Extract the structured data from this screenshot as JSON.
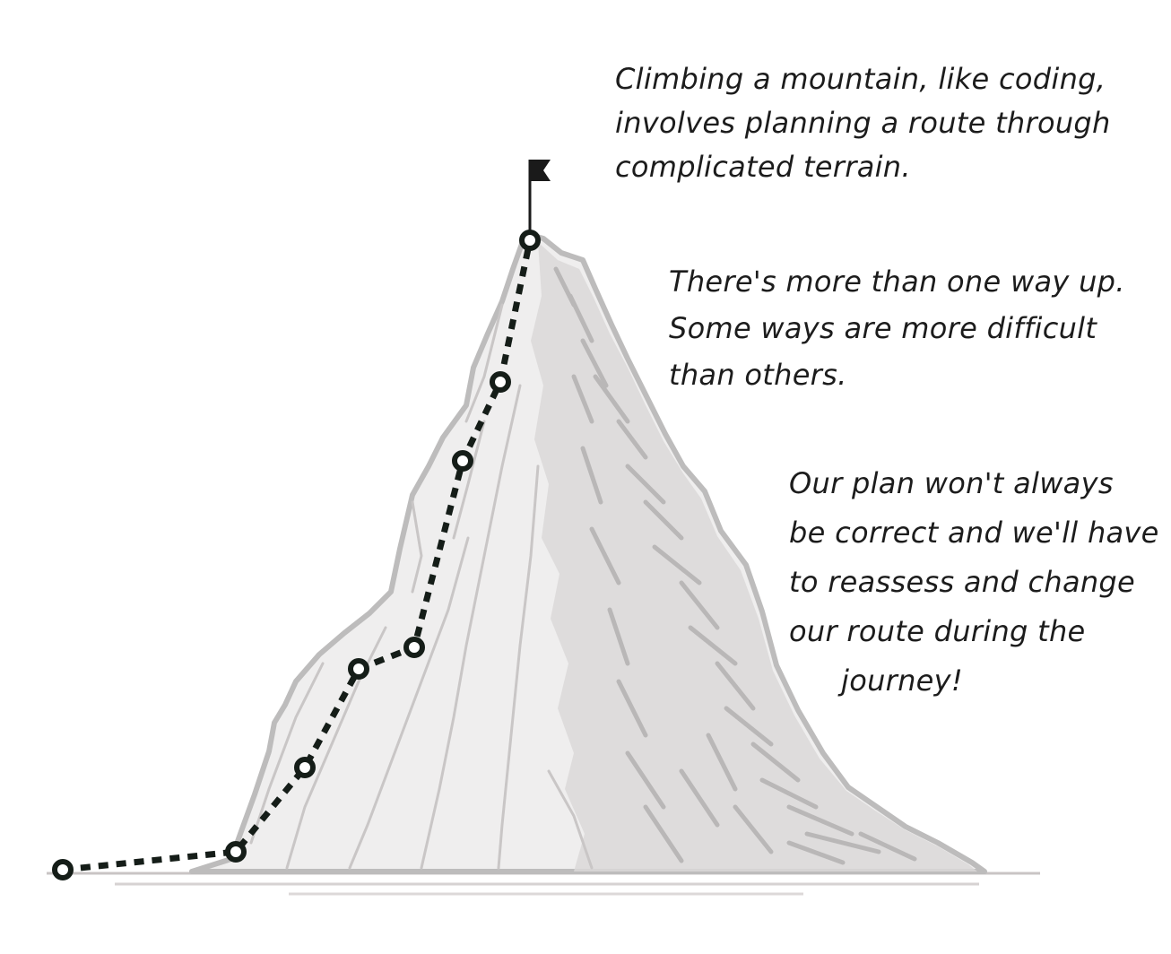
{
  "notes": [
    {
      "lines": [
        "Climbing a mountain, like coding,",
        "involves planning a route through",
        "complicated terrain."
      ]
    },
    {
      "lines": [
        "There's more than one way up.",
        "Some ways are more difficult",
        "than others."
      ]
    },
    {
      "lines": [
        "Our plan won't always",
        "be correct and we'll have",
        "to reassess and change",
        "our route during the",
        "journey!"
      ]
    }
  ],
  "colors": {
    "mountain_fill": "#efeeee",
    "mountain_outline": "#bdbcbc",
    "mountain_shade": "#c6c4c4",
    "route": "#151d18",
    "ground": "#c9c4c4",
    "flag": "#1a1a1a",
    "text": "#1c1c1c"
  },
  "icons": {
    "flag": "summit-flag-icon",
    "waypoint": "waypoint-circle-icon"
  }
}
